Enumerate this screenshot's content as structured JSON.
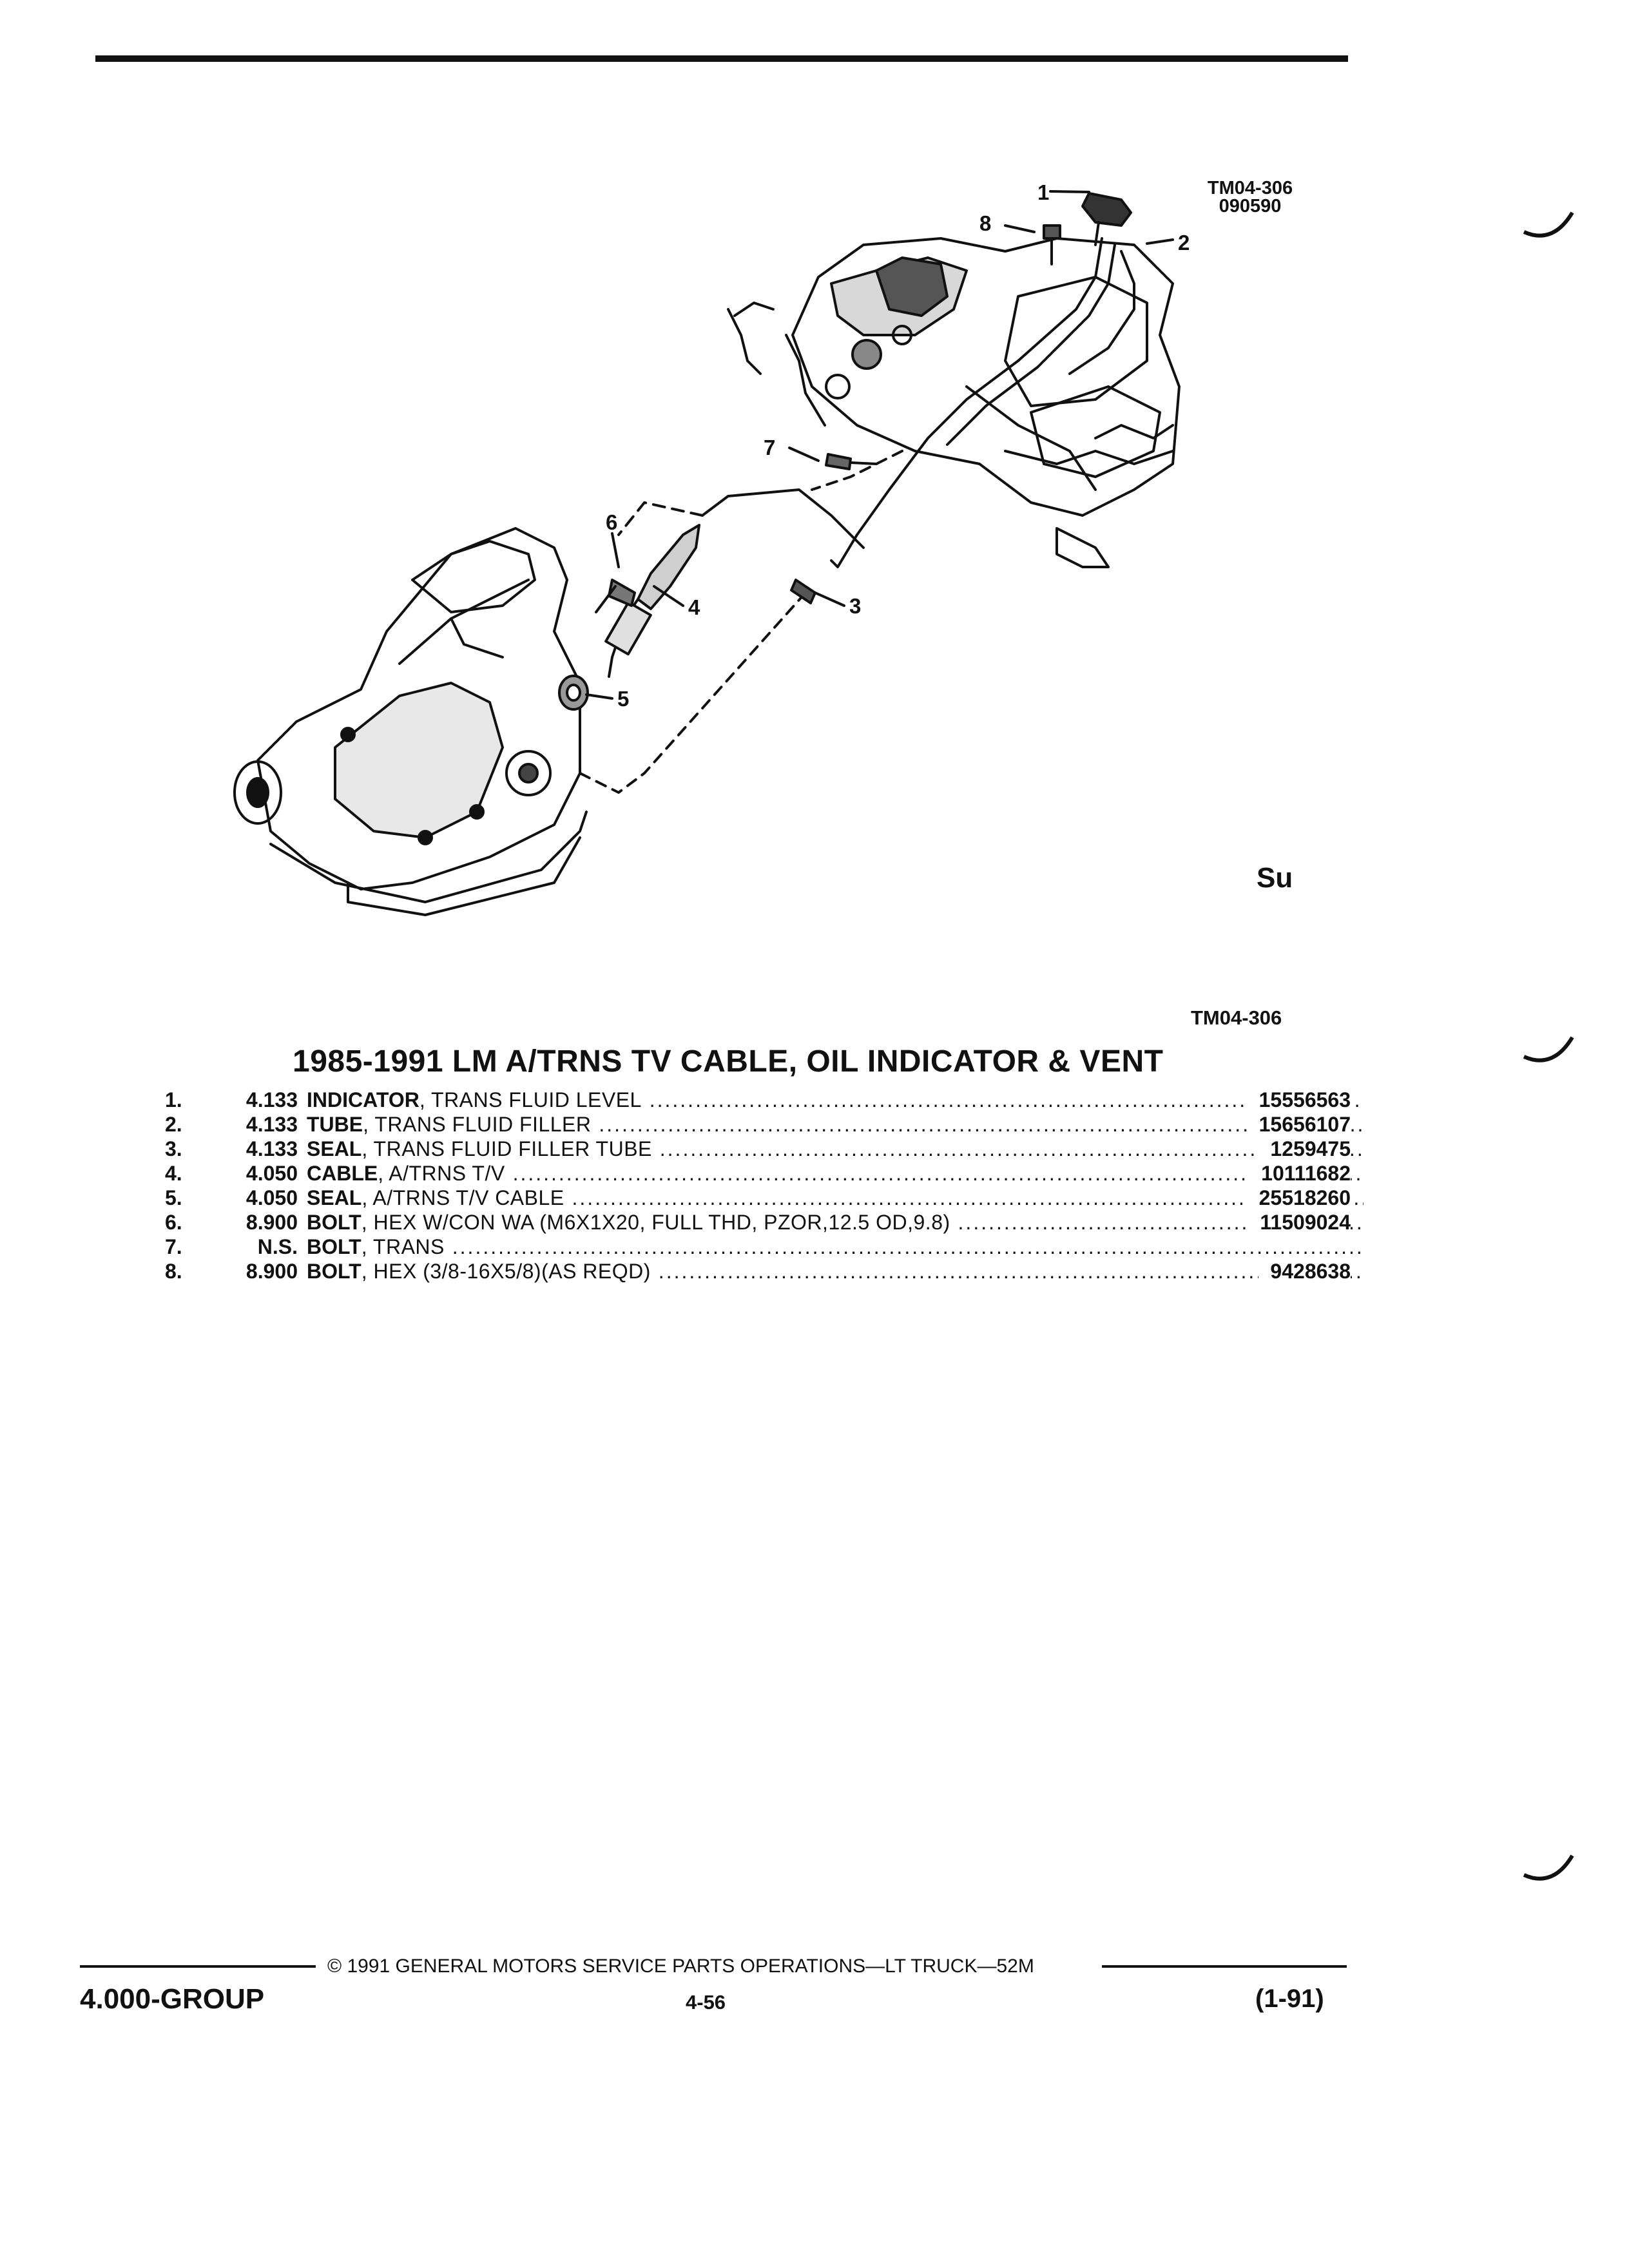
{
  "figure": {
    "id_top": "TM04-306",
    "code": "090590",
    "id_bottom": "TM04-306",
    "callouts": [
      "1",
      "2",
      "3",
      "4",
      "5",
      "6",
      "7",
      "8"
    ],
    "stamp": "Su"
  },
  "section_title": "1985-1991 LM A/TRNS TV CABLE, OIL INDICATOR & VENT",
  "parts": [
    {
      "num": "1.",
      "group": "4.133",
      "name": "INDICATOR",
      "desc": ", TRANS FLUID LEVEL",
      "part_no": "15556563"
    },
    {
      "num": "2.",
      "group": "4.133",
      "name": "TUBE",
      "desc": ", TRANS FLUID FILLER",
      "part_no": "15656107"
    },
    {
      "num": "3.",
      "group": "4.133",
      "name": "SEAL",
      "desc": ", TRANS FLUID FILLER TUBE",
      "part_no": "1259475"
    },
    {
      "num": "4.",
      "group": "4.050",
      "name": "CABLE",
      "desc": ", A/TRNS T/V",
      "part_no": "10111682"
    },
    {
      "num": "5.",
      "group": "4.050",
      "name": "SEAL",
      "desc": ", A/TRNS T/V CABLE",
      "part_no": "25518260"
    },
    {
      "num": "6.",
      "group": "8.900",
      "name": "BOLT",
      "desc": ", HEX W/CON WA (M6X1X20, FULL THD, PZOR,12.5 OD,9.8)",
      "part_no": "11509024"
    },
    {
      "num": "7.",
      "group": "N.S.",
      "name": "BOLT",
      "desc": ", TRANS",
      "part_no": ""
    },
    {
      "num": "8.",
      "group": "8.900",
      "name": "BOLT",
      "desc": ", HEX (3/8-16X5/8)(AS REQD)",
      "part_no": "9428638"
    }
  ],
  "footer": {
    "copyright": "© 1991 GENERAL MOTORS SERVICE PARTS OPERATIONS—LT TRUCK—52M",
    "group": "4.000-GROUP",
    "page": "4-56",
    "revision": "(1-91)"
  }
}
